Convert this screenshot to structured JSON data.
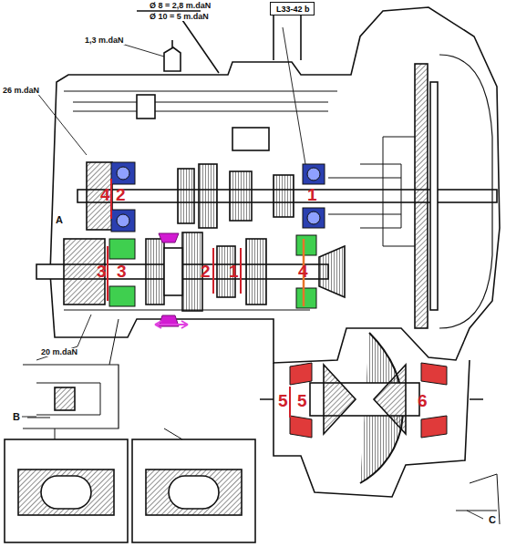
{
  "diagram": {
    "nodes": [
      {
        "text": [
          "L33-42 b"
        ]
      }
    ],
    "labels": [
      "Ø 8 = 2,8 m.daN",
      "Ø 10 = 5 m.daN",
      "1,3 m.daN",
      "26 m.daN",
      "A",
      "4",
      "2",
      "1",
      "3",
      "3",
      "2",
      "1",
      "4",
      "20 m.daN",
      "B",
      "5",
      "5",
      "6",
      "C"
    ]
  }
}
